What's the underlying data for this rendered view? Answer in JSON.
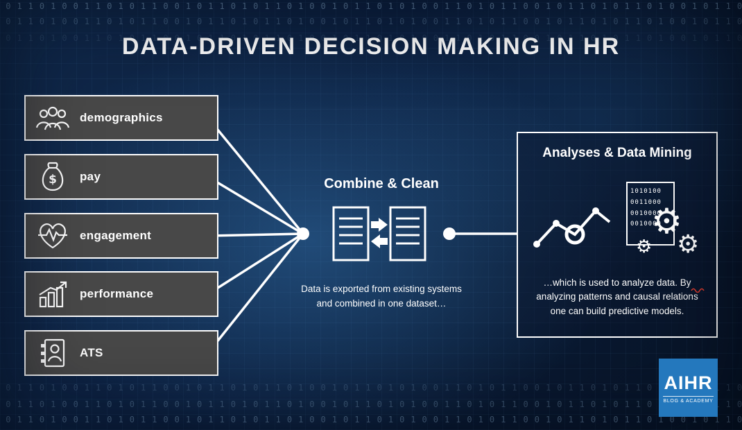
{
  "title": "DATA-DRIVEN DECISION MAKING IN HR",
  "sources": [
    {
      "label": "demographics"
    },
    {
      "label": "pay"
    },
    {
      "label": "engagement"
    },
    {
      "label": "performance"
    },
    {
      "label": "ATS"
    }
  ],
  "combine": {
    "title": "Combine & Clean",
    "caption_lines": [
      "Data is exported from existing systems",
      "and combined in one dataset…"
    ]
  },
  "analyses": {
    "title": "Analyses & Data Mining",
    "caption_lines": [
      "…which is used to analyze data. By",
      "analyzing patterns and causal relations",
      "one can build predictive models."
    ],
    "binary_lines": [
      "1010100",
      "0011000",
      "0010000",
      "0010000"
    ]
  },
  "logo": {
    "name": "AIHR",
    "tagline": "BLOG & ACADEMY"
  },
  "background": {
    "binary_row": "1011010011010110010110101101001011010100110101100101101011010010110101001101011001"
  },
  "icons": {
    "gear": "⚙"
  },
  "colors": {
    "accent_blue": "#2478bd",
    "box_gray": "#484848",
    "line_white": "#ffffff",
    "squiggle_red": "#e23d2e"
  }
}
